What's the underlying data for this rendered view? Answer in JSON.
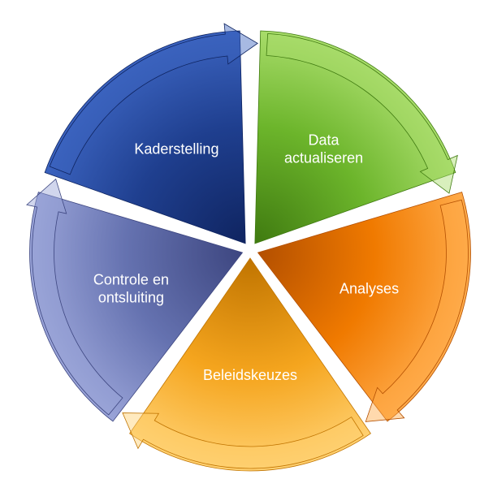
{
  "diagram": {
    "type": "cycle",
    "segments": [
      {
        "id": "data-actualiseren",
        "lines": [
          "Data",
          "actualiseren"
        ],
        "color": "#6cb52b",
        "light": "#a8dc6a",
        "dark": "#3f7a10"
      },
      {
        "id": "analyses",
        "lines": [
          "Analyses"
        ],
        "color": "#f07a00",
        "light": "#ffab4a",
        "dark": "#b34f00"
      },
      {
        "id": "beleidskeuzes",
        "lines": [
          "Beleidskeuzes"
        ],
        "color": "#f5a51e",
        "light": "#ffd070",
        "dark": "#c07400"
      },
      {
        "id": "controle-en-ontsluiting",
        "lines": [
          "Controle en",
          "ontsluiting"
        ],
        "color": "#6572b0",
        "light": "#9aa4d8",
        "dark": "#3d4680"
      },
      {
        "id": "kaderstelling",
        "lines": [
          "Kaderstelling"
        ],
        "color": "#1f3f8f",
        "light": "#3b63bf",
        "dark": "#0f2460"
      }
    ]
  }
}
